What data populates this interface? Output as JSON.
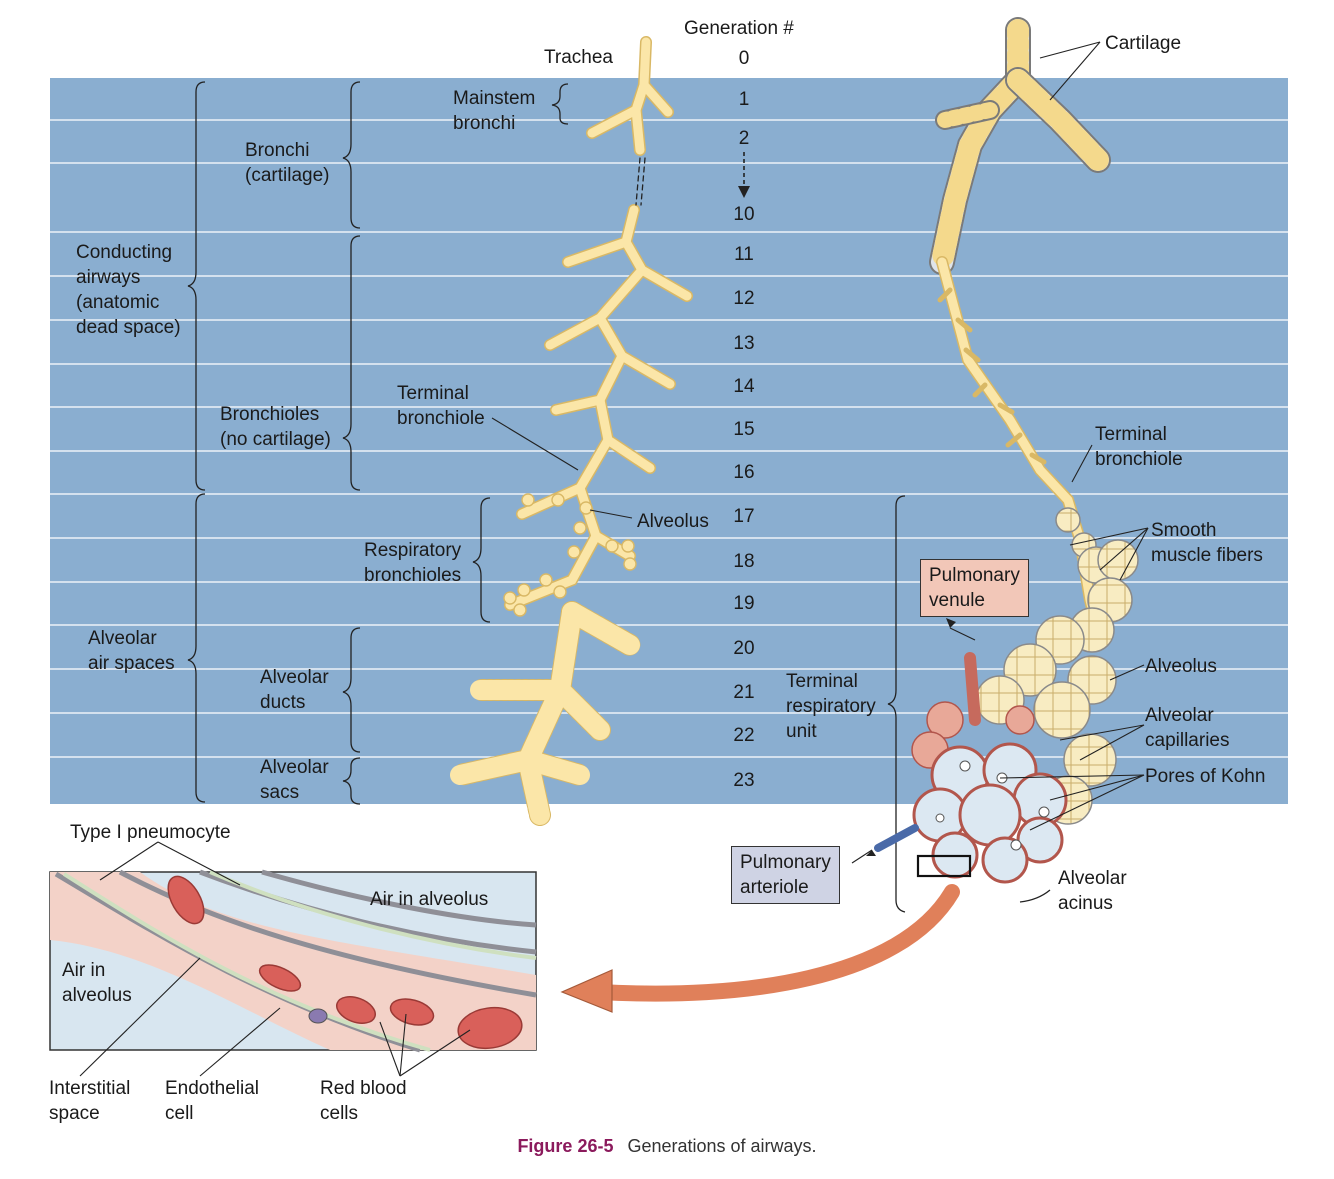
{
  "header": {
    "generation_title": "Generation #"
  },
  "generations": [
    "0",
    "1",
    "2",
    "10",
    "11",
    "12",
    "13",
    "14",
    "15",
    "16",
    "17",
    "18",
    "19",
    "20",
    "21",
    "22",
    "23"
  ],
  "labels": {
    "trachea": "Trachea",
    "mainstem_bronchi": "Mainstem\nbronchi",
    "bronchi": "Bronchi\n(cartilage)",
    "conducting_airways": "Conducting\nairways\n(anatomic\ndead space)",
    "bronchioles": "Bronchioles\n(no cartilage)",
    "terminal_bronchiole_left": "Terminal\nbronchiole",
    "alveolus_left": "Alveolus",
    "respiratory_bronchioles": "Respiratory\nbronchioles",
    "alveolar_air_spaces": "Alveolar\nair spaces",
    "alveolar_ducts": "Alveolar\nducts",
    "alveolar_sacs": "Alveolar\nsacs",
    "terminal_respiratory_unit": "Terminal\nrespiratory\nunit",
    "cartilage": "Cartilage",
    "terminal_bronchiole_right": "Terminal\nbronchiole",
    "smooth_muscle_fibers": "Smooth\nmuscle fibers",
    "pulmonary_venule": "Pulmonary\nvenule",
    "alveolus_right": "Alveolus",
    "alveolar_capillaries": "Alveolar\ncapillaries",
    "pores_of_kohn": "Pores of Kohn",
    "pulmonary_arteriole": "Pulmonary\narteriole",
    "alveolar_acinus": "Alveolar\nacinus"
  },
  "inset": {
    "type1_pneumocyte": "Type I pneumocyte",
    "air_in_alveolus_top": "Air in alveolus",
    "air_in_alveolus_left": "Air in\nalveolus",
    "interstitial_space": "Interstitial\nspace",
    "endothelial_cell": "Endothelial\ncell",
    "red_blood_cells": "Red blood\ncells"
  },
  "caption": {
    "number": "Figure 26-5",
    "text": "Generations of airways."
  },
  "colors": {
    "panel_blue": "#8aaed0",
    "airway": "#fbe6a8",
    "airway_edge": "#d9b865",
    "venule_box": "#f2c7b8",
    "arteriole_box": "#cfd3e4",
    "rbc": "#d9605a",
    "vessel": "#c66a5d",
    "arrow": "#e0805a",
    "inset_bg": "#d8e6f0",
    "interstitium": "#cfe0c0",
    "caption_accent": "#8b1a5c"
  }
}
